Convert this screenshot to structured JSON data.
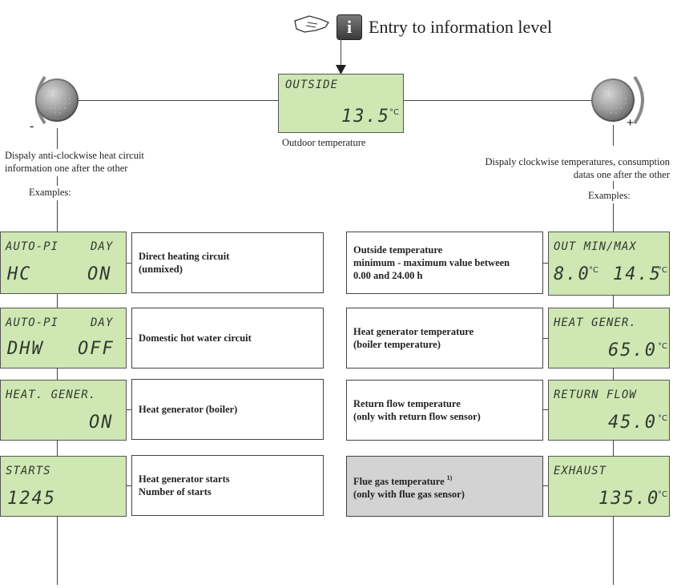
{
  "header": {
    "entry_label": "Entry to information level",
    "info_icon_glyph": "i"
  },
  "outside_display": {
    "line1": "OUTSIDE",
    "value": "13.5",
    "unit": "°C"
  },
  "outside_caption": "Outdoor temperature",
  "left": {
    "knob_sign": "-",
    "description": "Dispaly anti-clockwise heat circuit\ninformation one after the other",
    "examples_label": "Examples:",
    "rows": [
      {
        "lcd_l1a": "AUTO-PI",
        "lcd_l1b": "DAY",
        "lcd_l2a": "HC",
        "lcd_l2b": "ON",
        "label": "Direct heating circuit\n(unmixed)"
      },
      {
        "lcd_l1a": "AUTO-PI",
        "lcd_l1b": "DAY",
        "lcd_l2a": "DHW",
        "lcd_l2b": "OFF",
        "label": "Domestic hot water circuit"
      },
      {
        "lcd_l1a": "HEAT. GENER.",
        "lcd_l1b": "",
        "lcd_l2a": "",
        "lcd_l2b": "ON",
        "label": "Heat generator (boiler)"
      },
      {
        "lcd_l1a": "STARTS",
        "lcd_l1b": "",
        "lcd_l2a": "1245",
        "lcd_l2b": "",
        "label": "Heat generator starts\nNumber of starts"
      }
    ]
  },
  "right": {
    "knob_sign": "+",
    "description_line1": "Dispaly clockwise temperatures, consumption",
    "description_line2": "datas one after the other",
    "examples_label": "Examples:",
    "rows": [
      {
        "lcd_l1": "OUT MIN/MAX",
        "lcd_l2a": "8.0",
        "lcd_u1": "°C",
        "lcd_l2b": "14.5",
        "lcd_u2": "°C",
        "label": "Outside temperature\nminimum - maximum value between\n0.00 and 24.00 h"
      },
      {
        "lcd_l1": "HEAT GENER.",
        "lcd_l2": "65.0",
        "lcd_u": "°C",
        "label": "Heat generator temperature\n(boiler temperature)"
      },
      {
        "lcd_l1": "RETURN FLOW",
        "lcd_l2": "45.0",
        "lcd_u": "°C",
        "label": "Return flow temperature\n(only with return flow sensor)"
      },
      {
        "lcd_l1": "EXHAUST",
        "lcd_l2": "135.0",
        "lcd_u": "°C",
        "label": "Flue gas temperature",
        "label_sup": "1)",
        "label_line2": "(only with flue gas sensor)"
      }
    ]
  },
  "colors": {
    "lcd_bg": "#cfe7b3",
    "gray_box": "#d3d3d3"
  }
}
